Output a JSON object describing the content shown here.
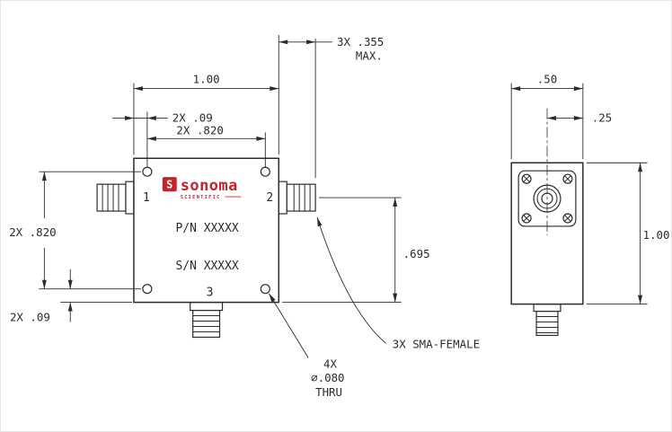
{
  "front": {
    "dims": {
      "width": "1.00",
      "edge_offset_top": "2X .09",
      "hole_spacing_top": "2X .820",
      "hole_spacing_left": "2X .820",
      "edge_offset_left": "2X .09",
      "port_height": ".695",
      "protrusion": "3X .355",
      "protrusion_max": "MAX."
    },
    "labels": {
      "port1": "1",
      "port2": "2",
      "port3": "3",
      "part_number": "P/N XXXXX",
      "serial_number": "S/N XXXXX"
    },
    "callouts": {
      "sma": "3X SMA-FEMALE",
      "holes_qty": "4X",
      "holes_dia": "⌀.080",
      "holes_thru": "THRU"
    }
  },
  "side": {
    "dims": {
      "width": ".50",
      "center_offset": ".25",
      "height": "1.00"
    }
  },
  "logo": {
    "mark": "S",
    "name": "sonoma",
    "tagline": "SCIENTIFIC",
    "color": "#c4232b"
  },
  "colors": {
    "line": "#2b2b2b",
    "background": "#ffffff"
  }
}
